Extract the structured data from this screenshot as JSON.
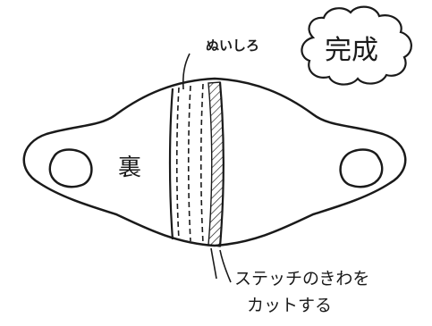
{
  "labels": {
    "seam_allowance": "ぬいしろ",
    "complete": "完成",
    "back": "裏",
    "instruction_line1": "ステッチのきわを",
    "instruction_line2": "カットする"
  },
  "colors": {
    "ink": "#1a1a1a",
    "paper": "#ffffff"
  }
}
